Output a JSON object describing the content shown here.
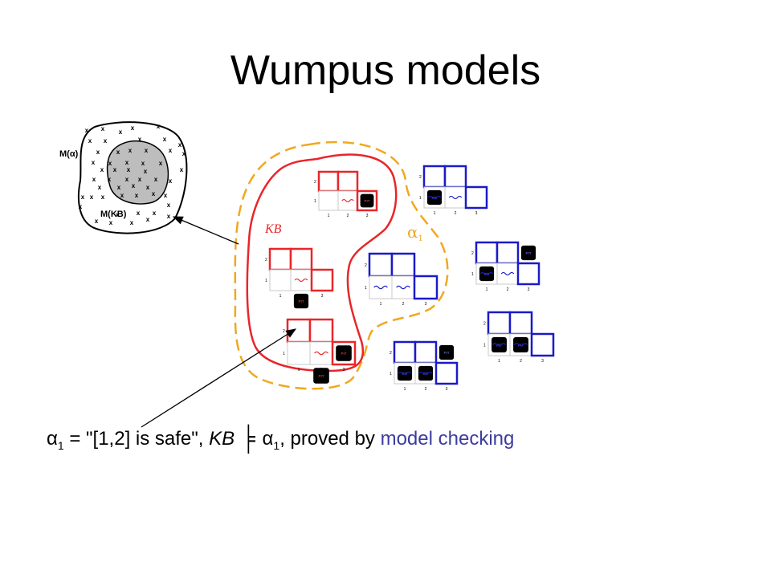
{
  "title": "Wumpus models",
  "set_diagram": {
    "outer_label": "M(α)",
    "inner_label": "M(KB)",
    "element_mark": "x"
  },
  "regions": {
    "kb_label": "KB",
    "alpha_label": "α",
    "alpha_subscript": "1"
  },
  "grid": {
    "row_labels": [
      "1",
      "2"
    ],
    "col_labels": [
      "1",
      "2",
      "3"
    ],
    "pit_label": "PIT",
    "breeze_label": "Breeze"
  },
  "caption": {
    "alpha": "α",
    "sub": "1",
    "eq_text": " = \"[1,2] is safe\", ",
    "kb": "KB",
    "entails": "╞",
    "alpha2": "α",
    "sub2": "1",
    "proved_text": ", proved by ",
    "highlight": "model checking"
  },
  "colors": {
    "kb_boundary": "#e8262a",
    "alpha_boundary": "#f0a81e",
    "model_other": "#1a1ac8",
    "pit": "#000000",
    "venn_fill": "#bdbdbd"
  }
}
